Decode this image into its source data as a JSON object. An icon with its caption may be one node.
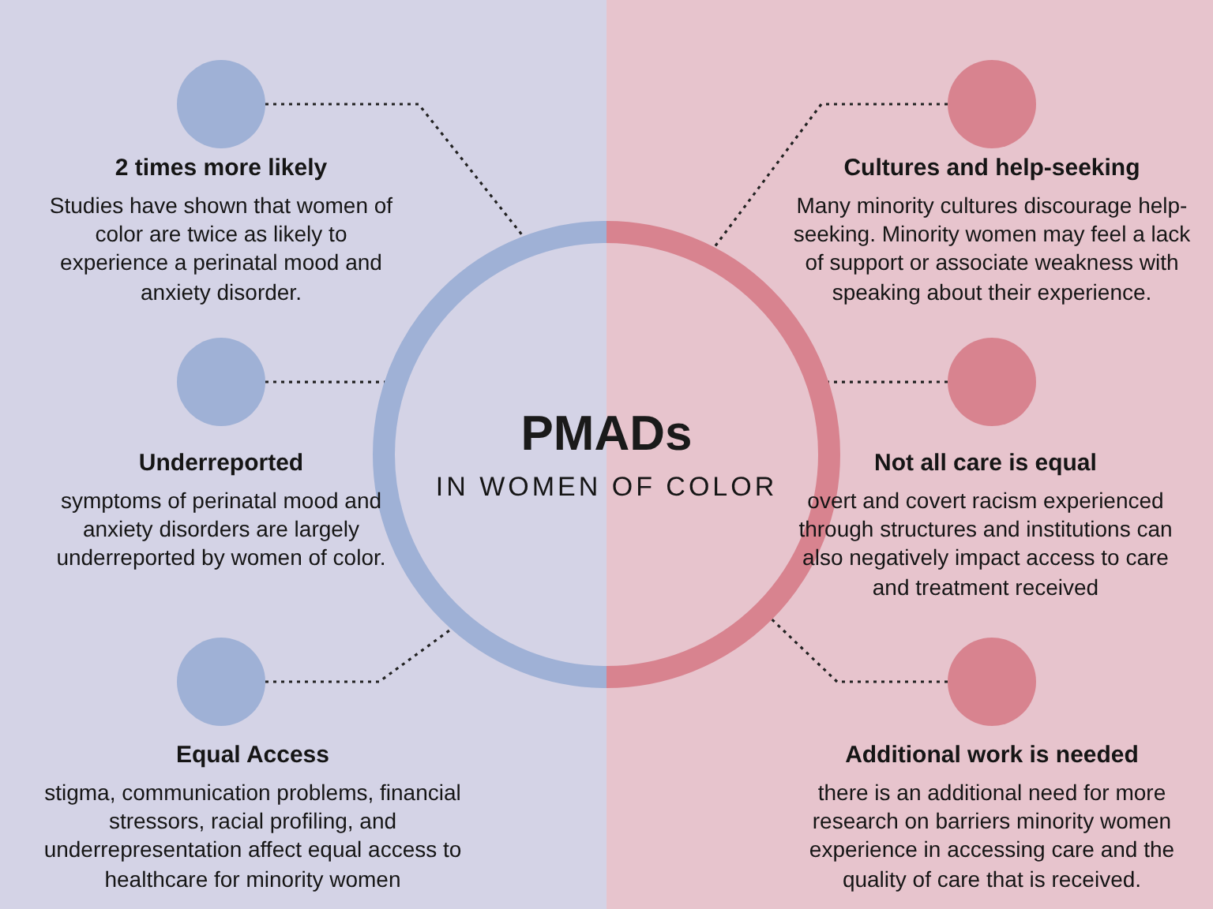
{
  "diagram": {
    "nodes": [
      {
        "text": [
          "PMADs",
          "IN WOMEN OF COLOR"
        ]
      },
      {
        "text": [],
        "shape": "circle"
      },
      {
        "text": [],
        "shape": "circle"
      },
      {
        "text": [],
        "shape": "circle"
      },
      {
        "text": [],
        "shape": "circle"
      },
      {
        "text": [],
        "shape": "circle"
      },
      {
        "text": [],
        "shape": "circle"
      }
    ],
    "edges": [
      {
        "from": 1,
        "to": 0,
        "arrow": "none",
        "style": "dashed"
      },
      {
        "from": 2,
        "to": 0,
        "arrow": "none",
        "style": "dashed"
      },
      {
        "from": 3,
        "to": 0,
        "arrow": "none",
        "style": "dashed"
      },
      {
        "from": 4,
        "to": 0,
        "arrow": "none",
        "style": "dashed"
      },
      {
        "from": 5,
        "to": 0,
        "arrow": "none",
        "style": "dashed"
      },
      {
        "from": 6,
        "to": 0,
        "arrow": "none",
        "style": "dashed"
      }
    ],
    "labels": [
      "2 times more likely",
      "Studies have shown that women of color are twice as likely to experience a perinatal mood and anxiety disorder.",
      "Cultures and help-seeking",
      "Many minority cultures discourage help-seeking. Minority women may feel a lack of support or associate weakness with speaking about their experience.",
      "Underreported",
      "symptoms of perinatal mood and anxiety disorders are largely underreported by women of color.",
      "Not all care is equal",
      "overt and covert racism experienced through structures and institutions can also negatively impact access to care and treatment received",
      "Equal Access",
      "stigma, communication problems, financial stressors, racial profiling, and underrepresentation affect equal access to healthcare for minority women",
      "Additional work is needed",
      "there is an additional need for more research on barriers minority women experience in accessing care and the quality of care that is received."
    ]
  }
}
